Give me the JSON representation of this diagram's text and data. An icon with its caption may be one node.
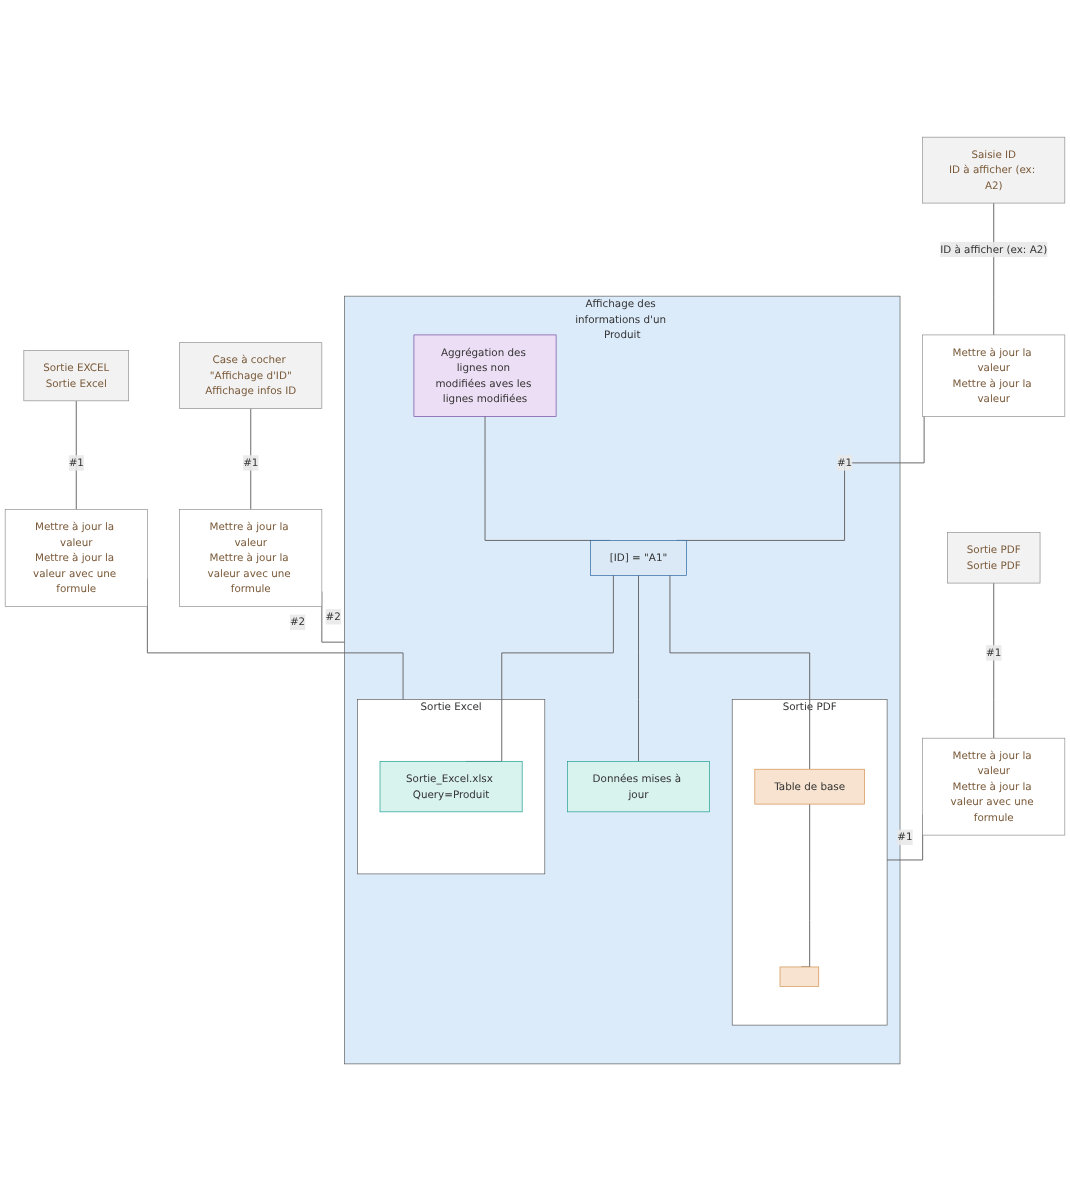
{
  "diagram": {
    "nodes": [
      {
        "text": [
          "Case à cocher \"Affichage d'ID\"",
          "Affichage infos ID"
        ]
      },
      {
        "text": [
          "Saisie ID",
          "ID à afficher (ex: A2)"
        ]
      },
      {
        "text": [
          "Sortie EXCEL",
          "Sortie Excel"
        ]
      },
      {
        "text": [
          "Sortie PDF",
          "Sortie PDF"
        ]
      },
      {
        "text": [
          "Mettre à jour la valeur",
          "Mettre à jour la valeur avec une formule"
        ]
      },
      {
        "text": [
          "Mettre à jour la valeur",
          "Mettre à jour la valeur"
        ]
      },
      {
        "text": [
          "Mettre à jour la valeur",
          "Mettre à jour la valeur avec une formule"
        ]
      },
      {
        "text": [
          "Mettre à jour la valeur",
          "Mettre à jour la valeur avec une formule"
        ]
      },
      {
        "text": [
          "Affichage des informations d'un Produit"
        ]
      },
      {
        "text": [
          "Aggrégation des lignes non modifiées aves les lignes modifiées"
        ],
        "in": 8
      },
      {
        "text": [
          "[ID] = \"A1\""
        ],
        "in": 8
      },
      {
        "text": [
          "Données mises à jour"
        ],
        "in": 8
      },
      {
        "text": [
          "Sortie Excel"
        ],
        "in": 8
      },
      {
        "text": [
          "Sortie_Excel.xlsx Query=Produit"
        ],
        "in": 12
      },
      {
        "text": [
          "Sortie PDF"
        ],
        "in": 8
      },
      {
        "text": [
          "Table de base"
        ],
        "in": 14
      },
      {
        "text": [],
        "shape": "box",
        "in": 14
      }
    ],
    "edges": [
      {
        "from": 0,
        "to": 4,
        "arrow": "none",
        "label": "#1"
      },
      {
        "from": 1,
        "to": 5,
        "arrow": "none",
        "label": "ID à afficher (ex: A2)"
      },
      {
        "from": 2,
        "to": 6,
        "arrow": "none",
        "label": "#1"
      },
      {
        "from": 3,
        "to": 7,
        "arrow": "none",
        "label": "#1"
      },
      {
        "from": 4,
        "to": 8,
        "arrow": "none",
        "label": "#2"
      },
      {
        "from": 5,
        "to": 10,
        "arrow": "none",
        "label": "#1"
      },
      {
        "from": 6,
        "to": 12,
        "arrow": "none",
        "label": "#2"
      },
      {
        "from": 7,
        "to": 14,
        "arrow": "none",
        "label": "#1"
      },
      {
        "from": 9,
        "to": 10,
        "arrow": "none"
      },
      {
        "from": 10,
        "to": 11,
        "arrow": "none"
      },
      {
        "from": 10,
        "to": 13,
        "arrow": "none"
      },
      {
        "from": 10,
        "to": 15,
        "arrow": "none"
      },
      {
        "from": 15,
        "to": 16,
        "arrow": "none"
      }
    ]
  }
}
